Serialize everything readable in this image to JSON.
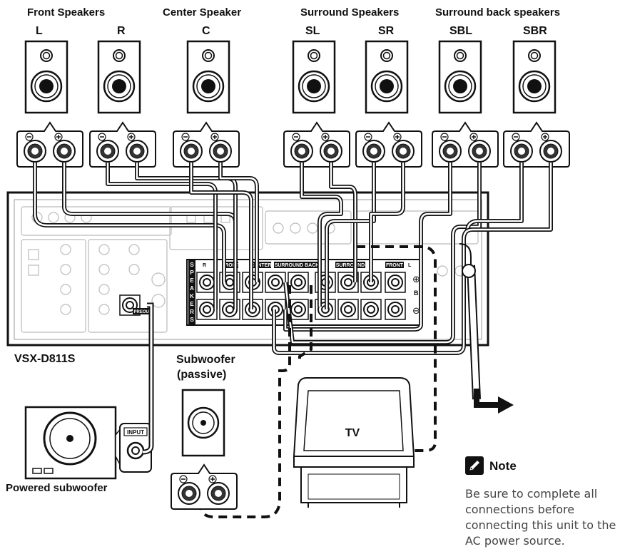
{
  "groups": {
    "front": "Front Speakers",
    "center": "Center Speaker",
    "surround": "Surround Speakers",
    "surround_back": "Surround back speakers"
  },
  "channels": [
    "L",
    "R",
    "C",
    "SL",
    "SR",
    "SBL",
    "SBR"
  ],
  "receiver": {
    "model": "VSX-D811S",
    "terminal_labels": {
      "speakers_vertical": "SPEAKERS",
      "front_b": "FRONT",
      "center": "CENTER",
      "surround_back": "SURROUND BACK",
      "surround": "SURROUND",
      "front_a": "FRONT",
      "r": "R",
      "l": "L",
      "b": "B",
      "plus": "⊕",
      "minus": "⊖",
      "preout": "PREOUT"
    }
  },
  "subwoofer_passive": {
    "label_line1": "Subwoofer",
    "label_line2": "(passive)"
  },
  "powered_subwoofer": {
    "label": "Powered subwoofer",
    "input_label": "INPUT"
  },
  "tv": {
    "label": "TV"
  },
  "note": {
    "title": "Note",
    "text": "Be sure to complete all connections before connecting this unit to the AC power source."
  },
  "icons": {
    "note": "pencil-icon",
    "arrow": "arrow-right-icon"
  }
}
